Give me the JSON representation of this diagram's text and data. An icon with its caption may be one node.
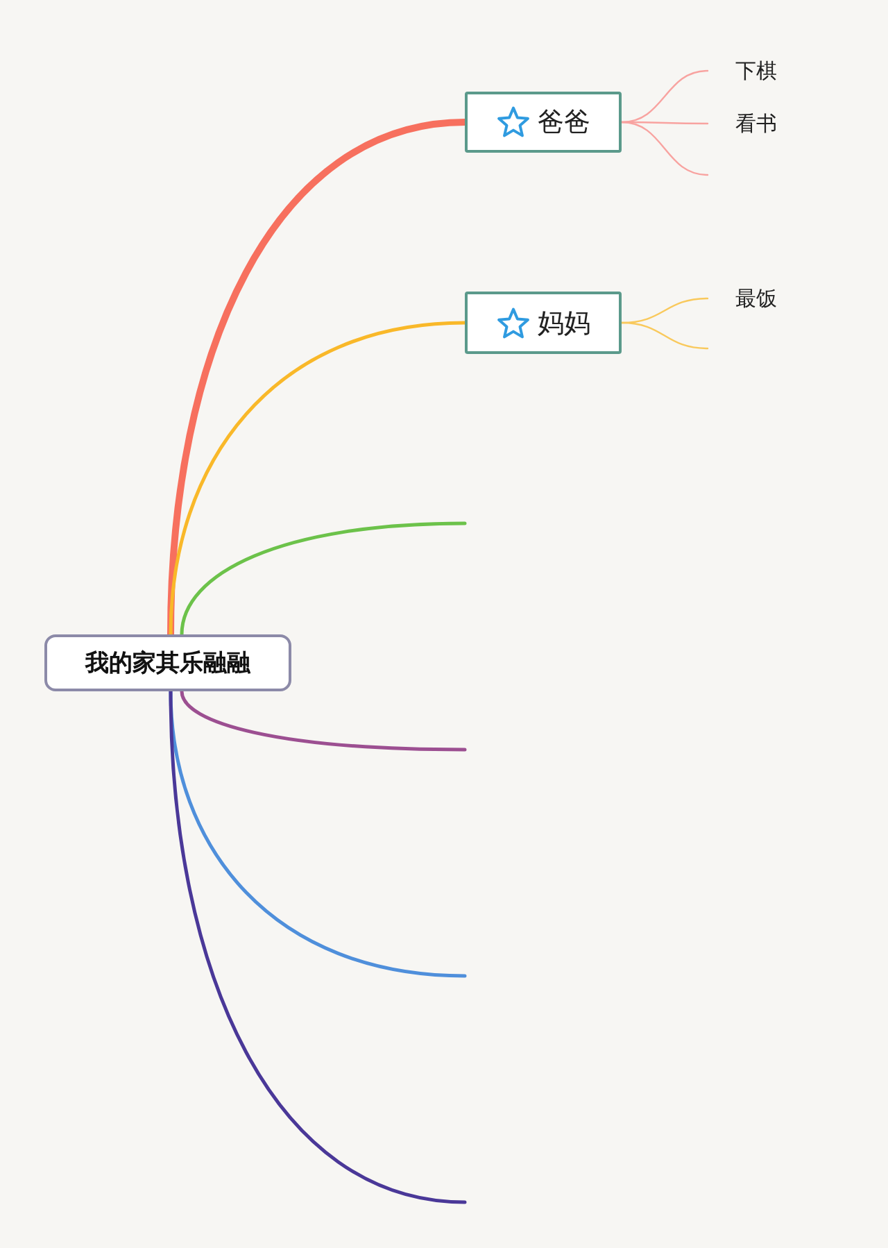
{
  "diagram": {
    "nodes": [
      {
        "text": [
          "我的家其乐融融"
        ]
      },
      {
        "text": [
          "爸爸"
        ]
      },
      {
        "text": [
          "下棋"
        ]
      },
      {
        "text": [
          "看书"
        ]
      },
      {
        "text": [
          "妈妈"
        ]
      },
      {
        "text": [
          "最饭"
        ]
      }
    ],
    "edges": [
      {
        "from": 0,
        "to": 1,
        "arrow": "none",
        "style": "thick",
        "color": "#f7705e"
      },
      {
        "from": 0,
        "to": 4,
        "arrow": "none",
        "color": "#f9b829"
      },
      {
        "from": 0,
        "to": null,
        "arrow": "none",
        "color": "#6cc24a"
      },
      {
        "from": 0,
        "to": null,
        "arrow": "none",
        "color": "#9c4f91"
      },
      {
        "from": 0,
        "to": null,
        "arrow": "none",
        "color": "#4f8fdb"
      },
      {
        "from": 0,
        "to": null,
        "arrow": "none",
        "color": "#4a3898"
      },
      {
        "from": 1,
        "to": 2,
        "arrow": "none",
        "color": "#f8a3a0"
      },
      {
        "from": 1,
        "to": 3,
        "arrow": "none",
        "color": "#f8a3a0"
      },
      {
        "from": 1,
        "to": null,
        "arrow": "none",
        "color": "#f8a3a0"
      },
      {
        "from": 4,
        "to": 5,
        "arrow": "none",
        "color": "#f9c95c"
      },
      {
        "from": 4,
        "to": null,
        "arrow": "none",
        "color": "#f9c95c"
      }
    ]
  }
}
